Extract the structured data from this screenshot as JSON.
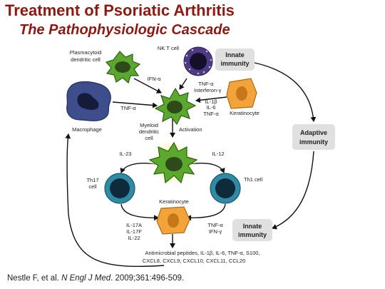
{
  "title": "Treatment of Psoriatic Arthritis",
  "subtitle": "The Pathophysiologic Cascade",
  "labels": {
    "plasmacytoid_line1": "Plasmacytoid",
    "plasmacytoid_line2": "dendritic cell",
    "nkt": "NK T cell",
    "innate_top_line1": "Innate",
    "innate_top_line2": "immunity",
    "macrophage": "Macrophage",
    "keratinocyte_top": "Keratinocyte",
    "myeloid_line1": "Myeloid",
    "myeloid_line2": "dendritic",
    "myeloid_line3": "cell",
    "adaptive_line1": "Adaptive",
    "adaptive_line2": "immunity",
    "activation": "Activation",
    "il23": "IL-23",
    "il12": "IL-12",
    "th17_line1": "Th17",
    "th17_line2": "cell",
    "th1": "Th1 cell",
    "keratinocyte_bottom": "Keratinocyte",
    "innate_bottom_line1": "Innate",
    "innate_bottom_line2": "immunity"
  },
  "cytokines": {
    "ifn_alpha": "IFN-α",
    "tnf_alpha_macrophage": "TNF-α",
    "nkt_tnf": "TNF-α",
    "nkt_ifn": "Interferon-γ",
    "kc_il1b": "IL-1β",
    "kc_il6": "IL-6",
    "kc_tnf": "TNF-α",
    "th17_il17a": "IL-17A",
    "th17_il17f": "IL-17F",
    "th17_il22": "IL-22",
    "th1_tnf": "TNF-α",
    "th1_ifn": "IFN-γ"
  },
  "output": {
    "line1": "Antimicrobial peptides, IL-1β, IL-6, TNF-α, S100,",
    "line2": "CXCL8, CXCL9, CXCL10, CXCL11, CCL20"
  },
  "reference": {
    "authors": "Nestle F, et al.",
    "journal": "N Engl J Med",
    "citation": ". 2009;361:496-509."
  },
  "colors": {
    "title": "#8B1A12",
    "dendritic_green": "#5BA82E",
    "dendritic_dark": "#2E5E18",
    "nkt_purple": "#4E3A82",
    "macrophage_blue": "#3E4E8C",
    "keratinocyte_orange": "#F2A33A",
    "tcell_teal": "#2F8AA3",
    "box_gray": "#E0E0E0"
  }
}
